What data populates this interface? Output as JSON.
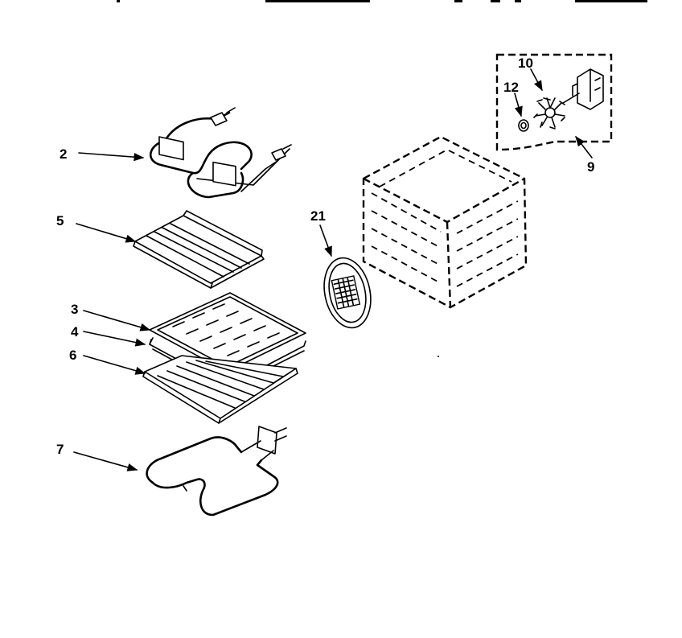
{
  "callouts": {
    "c2": "2",
    "c5": "5",
    "c3": "3",
    "c4": "4",
    "c6": "6",
    "c7": "7",
    "c21": "21",
    "c10": "10",
    "c12": "12",
    "c9": "9"
  }
}
